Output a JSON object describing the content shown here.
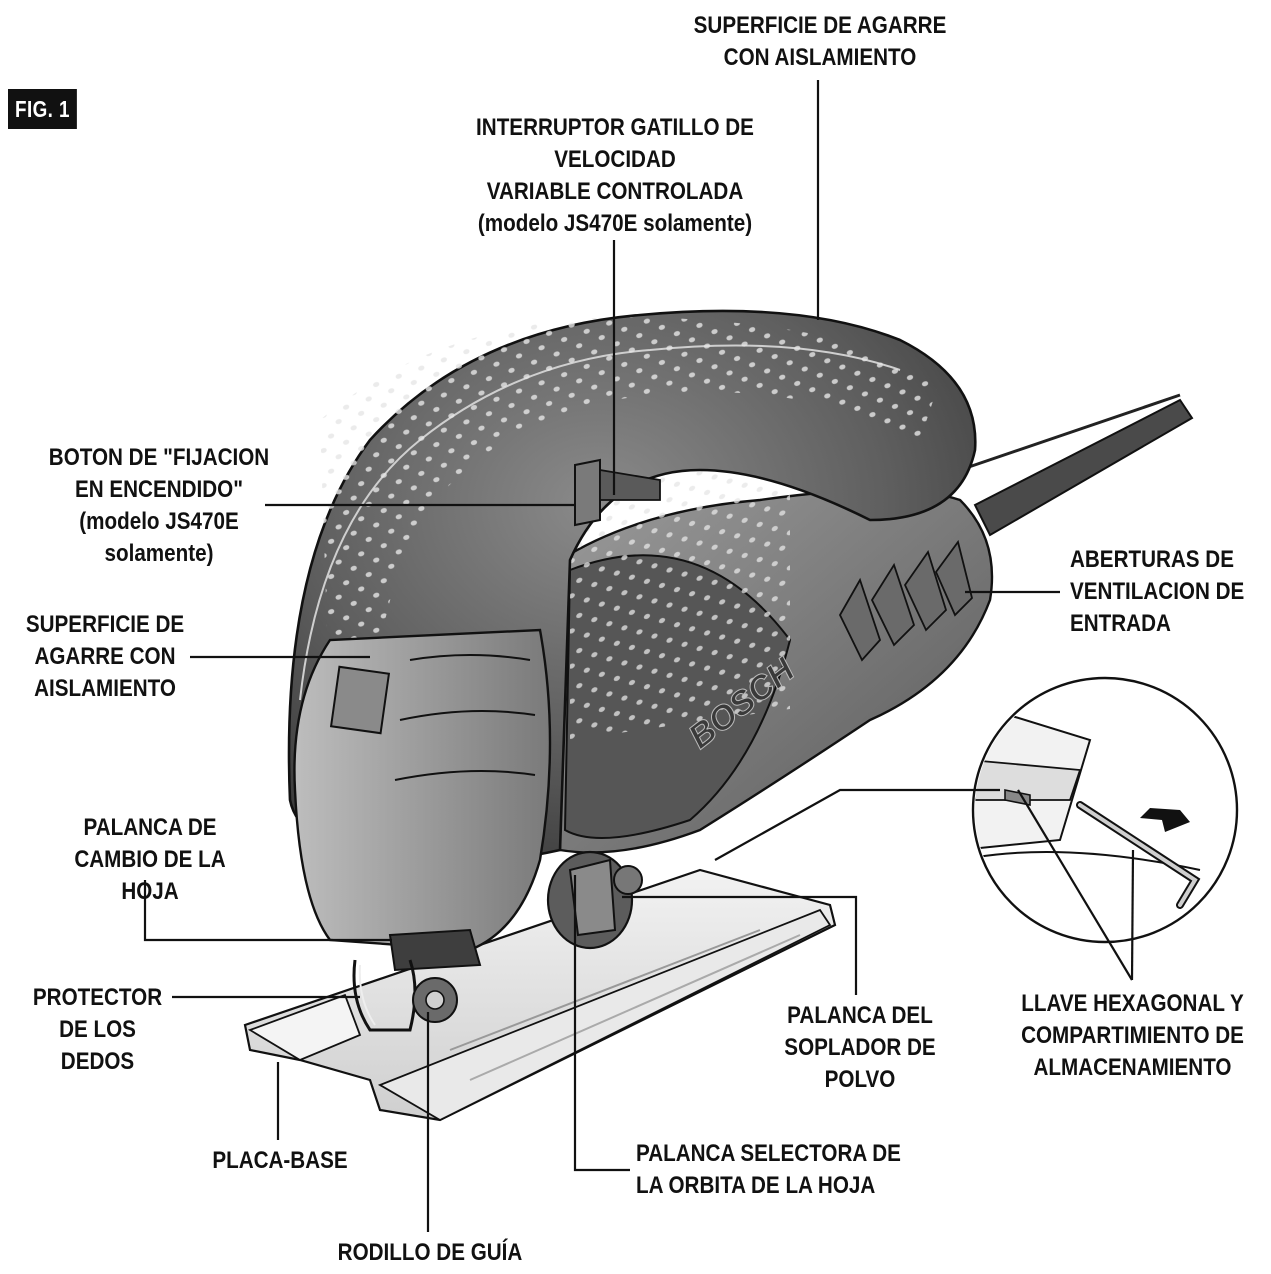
{
  "figure": {
    "badge": "FIG. 1"
  },
  "labels": {
    "grip_top": [
      "SUPERFICIE DE AGARRE",
      "CON AISLAMIENTO"
    ],
    "trigger": [
      "INTERRUPTOR GATILLO DE",
      "VELOCIDAD",
      "VARIABLE CONTROLADA",
      "(modelo JS470E solamente)"
    ],
    "lock_on": [
      "BOTON DE \"FIJACION",
      "EN ENCENDIDO\"",
      "(modelo JS470E",
      "solamente)"
    ],
    "grip_left": [
      "SUPERFICIE DE",
      "AGARRE CON",
      "AISLAMIENTO"
    ],
    "vents": [
      "ABERTURAS DE",
      "VENTILACION DE",
      "ENTRADA"
    ],
    "blade_lever": [
      "PALANCA DE",
      "CAMBIO DE LA",
      "HOJA"
    ],
    "finger_guard": [
      "PROTECTOR",
      "DE LOS",
      "DEDOS"
    ],
    "base_plate": [
      "PLACA-BASE"
    ],
    "guide_roller": [
      "RODILLO DE GUÍA"
    ],
    "dust_blower": [
      "PALANCA DEL",
      "SOPLADOR DE",
      "POLVO"
    ],
    "orbit_selector": [
      "PALANCA SELECTORA DE",
      "LA ORBITA DE LA HOJA"
    ],
    "hex_key": [
      "LLAVE HEXAGONAL Y",
      "COMPARTIMIENTO DE",
      "ALMACENAMIENTO"
    ],
    "brand": "BOSCH"
  }
}
